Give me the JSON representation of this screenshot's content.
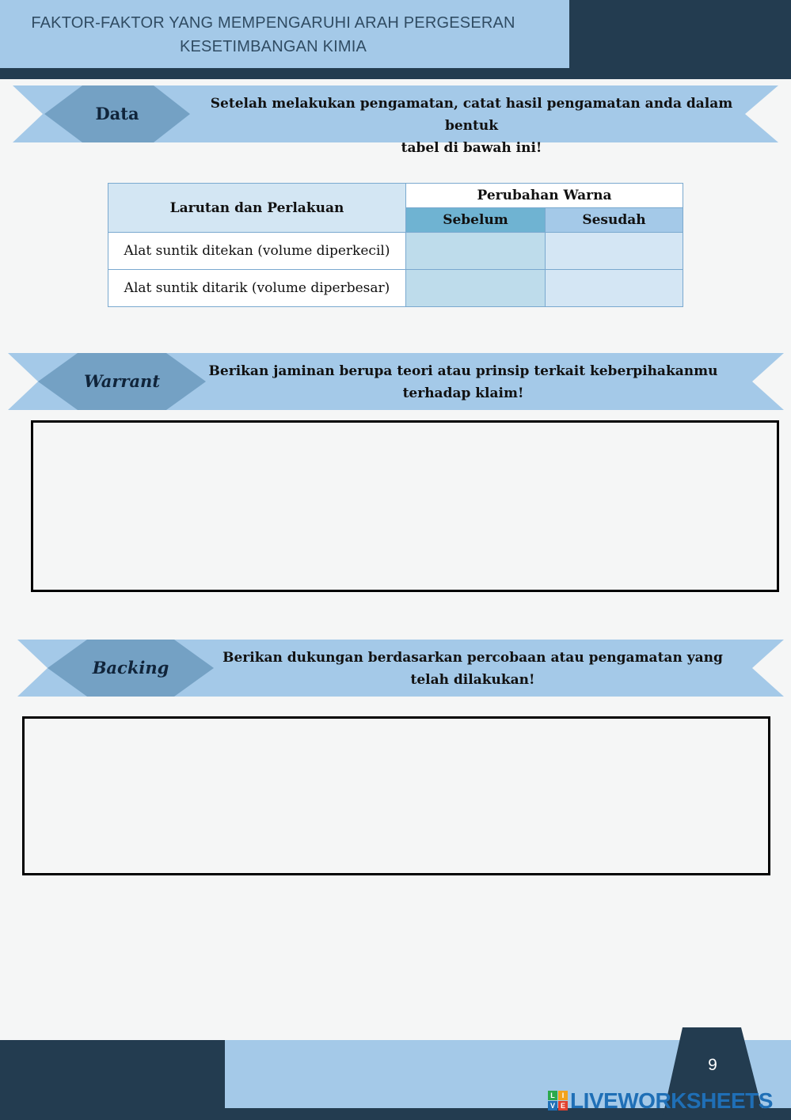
{
  "header": {
    "title_line1": "FAKTOR-FAKTOR YANG MEMPENGARUHI ARAH PERGESERAN",
    "title_line2": "KESETIMBANGAN KIMIA"
  },
  "sections": {
    "data": {
      "label": "Data",
      "instruction_line1": "Setelah melakukan pengamatan, catat hasil pengamatan anda dalam bentuk",
      "instruction_line2": "tabel di bawah ini!"
    },
    "warrant": {
      "label": "Warrant",
      "instruction_line1": "Berikan jaminan berupa teori atau prinsip terkait keberpihakanmu",
      "instruction_line2": "terhadap klaim!"
    },
    "backing": {
      "label": "Backing",
      "instruction_line1": "Berikan dukungan berdasarkan percobaan atau pengamatan yang",
      "instruction_line2": "telah dilakukan!"
    }
  },
  "table": {
    "col_main": "Larutan dan Perlakuan",
    "col_group": "Perubahan Warna",
    "col_before": "Sebelum",
    "col_after": "Sesudah",
    "rows": [
      {
        "label": "Alat suntik ditekan (volume diperkecil)",
        "before": "",
        "after": ""
      },
      {
        "label": "Alat suntik ditarik (volume diperbesar)",
        "before": "",
        "after": ""
      }
    ]
  },
  "answers": {
    "warrant": "",
    "backing": ""
  },
  "footer": {
    "page_number": "9",
    "brand": "LIVEWORKSHEETS",
    "badge_letters": [
      "L",
      "I",
      "V",
      "E"
    ]
  },
  "colors": {
    "dark_navy": "#233c50",
    "light_blue": "#a4c9e8",
    "diamond_blue": "#74a1c4",
    "cell_before": "#bedceb",
    "cell_after": "#d4e6f4"
  }
}
